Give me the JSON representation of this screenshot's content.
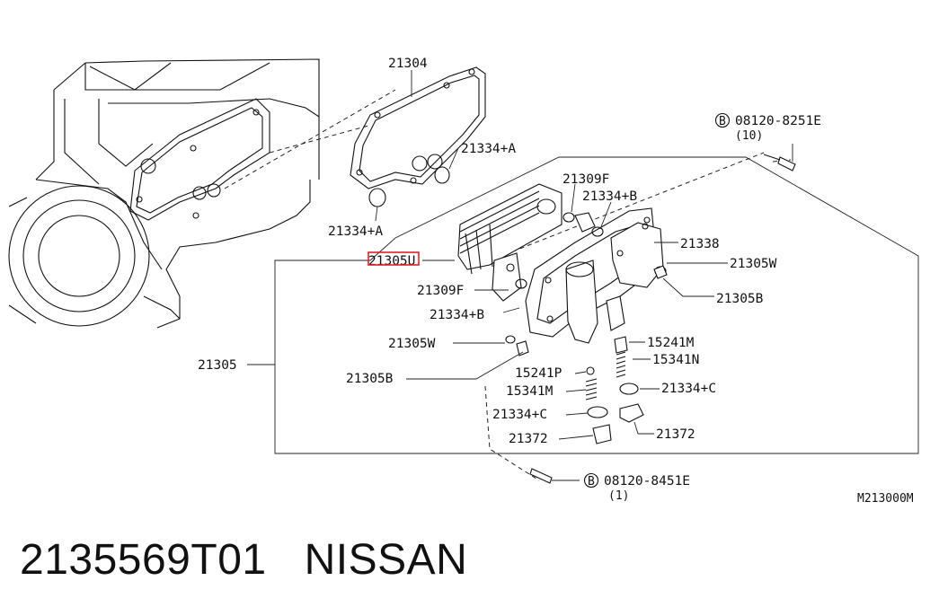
{
  "labels": {
    "l21304": "21304",
    "l21334A_top": "21334+A",
    "l21334A_left": "21334+A",
    "l08120_8251E": "08120-8251E",
    "q10": "(10)",
    "l21309F_top": "21309F",
    "l21334B_top": "21334+B",
    "l21338": "21338",
    "l21305W_right": "21305W",
    "l21305B_right": "21305B",
    "l21305U": "21305U",
    "l21309F_left": "21309F",
    "l21334B_left": "21334+B",
    "l21305": "21305",
    "l21305W_left": "21305W",
    "l21305B_left": "21305B",
    "l15241M": "15241M",
    "l15341N": "15341N",
    "l15241P": "15241P",
    "l15341M": "15341M",
    "l21334C_right": "21334+C",
    "l21334C_left": "21334+C",
    "l21372_left": "21372",
    "l21372_right": "21372",
    "l08120_8451E": "08120-8451E",
    "q1": "(1)",
    "bolt_mark_top": "B",
    "bolt_mark_bottom": "B",
    "diagram_code": "M213000M"
  },
  "highlight_color": "#e0202a",
  "footer": {
    "part_number": "2135569T01",
    "brand": "NISSAN"
  }
}
